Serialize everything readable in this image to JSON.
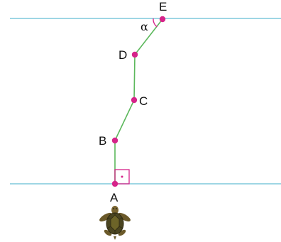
{
  "points": {
    "A": "A",
    "B": "B",
    "C": "C",
    "D": "D",
    "E": "E"
  },
  "angle_label": "α",
  "colors": {
    "river_bank": "#7ec8dc",
    "path": "#5cb85c",
    "point": "#d6248a",
    "right_angle_marker": "#d6248a",
    "label": "#111111"
  },
  "icons": {
    "turtle": "turtle-icon"
  }
}
